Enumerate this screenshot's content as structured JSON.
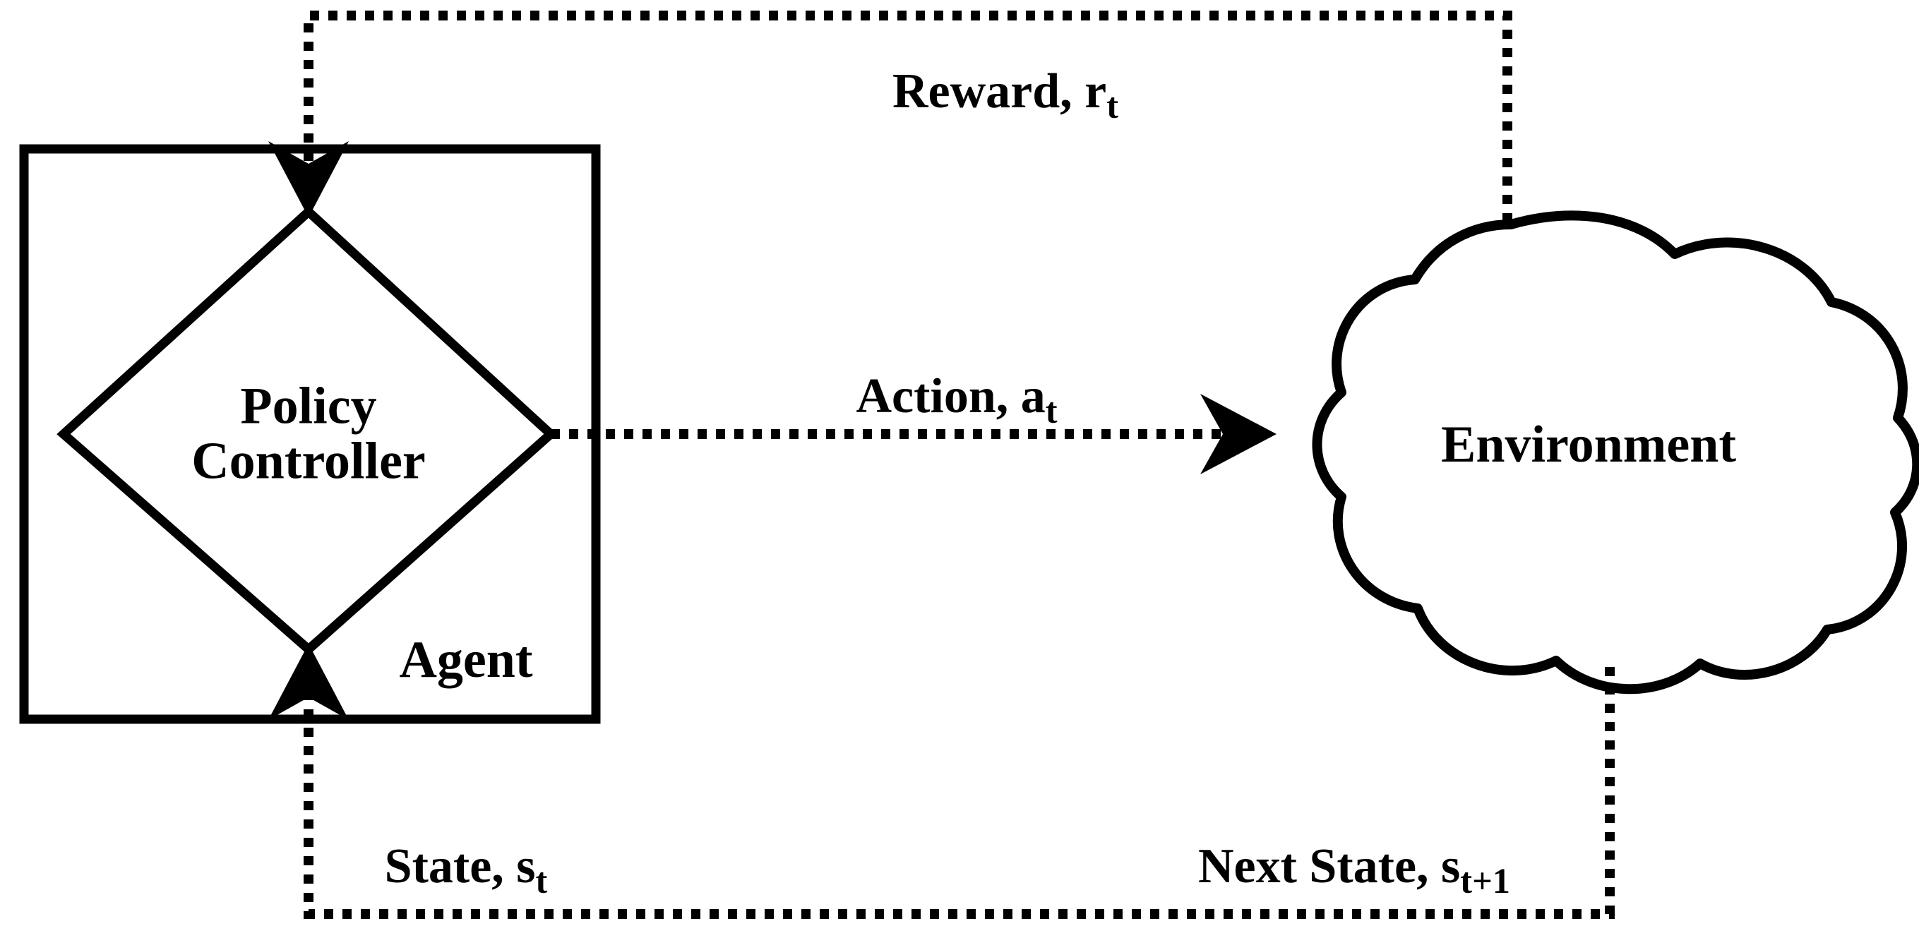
{
  "diagram": {
    "type": "reinforcement-learning-loop",
    "background_color": "#ffffff",
    "stroke_color": "#000000",
    "nodes": {
      "agent": {
        "label": "Agent",
        "shape": "rectangle"
      },
      "policy_controller": {
        "label_line1": "Policy",
        "label_line2": "Controller",
        "shape": "diamond"
      },
      "environment": {
        "label": "Environment",
        "shape": "cloud"
      }
    },
    "edges": {
      "reward": {
        "label_text": "Reward, r",
        "label_subscript": "t",
        "style": "dotted",
        "direction": "environment-to-policy-controller"
      },
      "action": {
        "label_text": "Action, a",
        "label_subscript": "t",
        "style": "dotted",
        "direction": "policy-controller-to-environment"
      },
      "state": {
        "label_text": "State, s",
        "label_subscript": "t",
        "style": "dotted",
        "direction": "to-policy-controller"
      },
      "next_state": {
        "label_text": "Next State, s",
        "label_subscript": "t+1",
        "style": "dotted",
        "direction": "environment-outgoing"
      }
    }
  }
}
